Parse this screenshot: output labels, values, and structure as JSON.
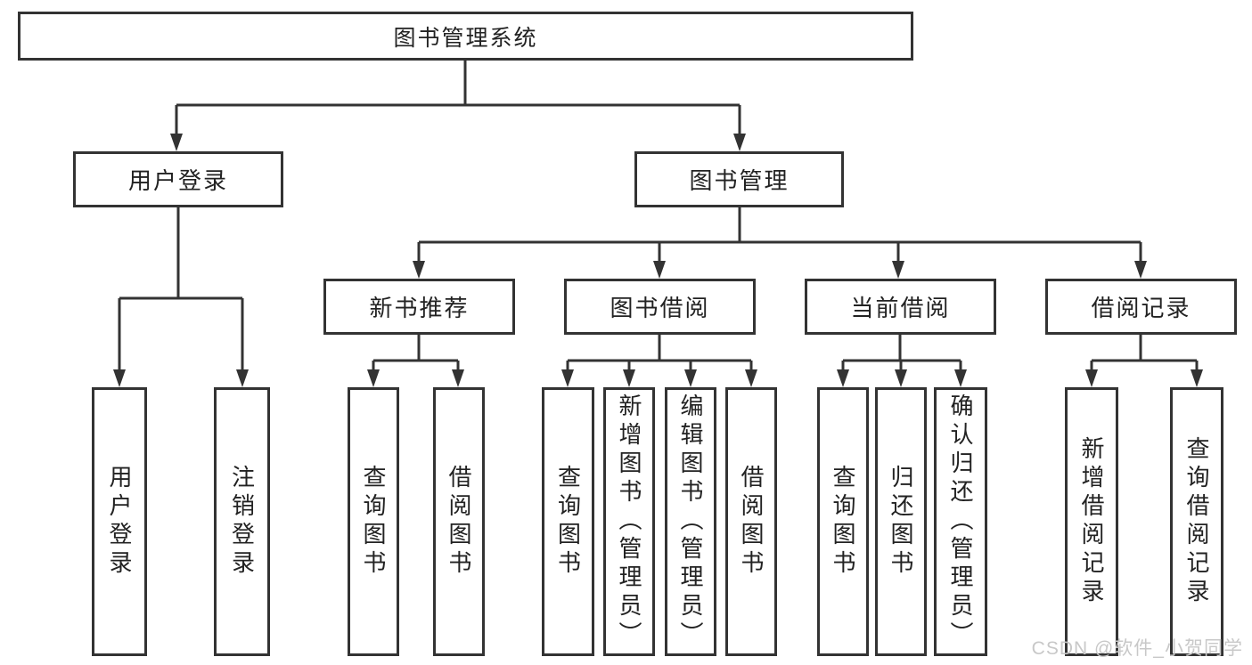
{
  "tree": {
    "label": "图书管理系统",
    "children": [
      {
        "label": "用户登录",
        "children": [
          {
            "label": "用户登录"
          },
          {
            "label": "注销登录"
          }
        ]
      },
      {
        "label": "图书管理",
        "children": [
          {
            "label": "新书推荐",
            "children": [
              {
                "label": "查询图书"
              },
              {
                "label": "借阅图书"
              }
            ]
          },
          {
            "label": "图书借阅",
            "children": [
              {
                "label": "查询图书"
              },
              {
                "label": "新增图书（管理员）"
              },
              {
                "label": "编辑图书（管理员）"
              },
              {
                "label": "借阅图书"
              }
            ]
          },
          {
            "label": "当前借阅",
            "children": [
              {
                "label": "查询图书"
              },
              {
                "label": "归还图书"
              },
              {
                "label": "确认归还（管理员）"
              }
            ]
          },
          {
            "label": "借阅记录",
            "children": [
              {
                "label": "新增借阅记录"
              },
              {
                "label": "查询借阅记录"
              }
            ]
          }
        ]
      }
    ]
  },
  "watermark": "CSDN @软件_小贺同学",
  "colors": {
    "line": "#333333",
    "text": "#222222",
    "watermark": "#c8c8c8",
    "background": "#ffffff"
  }
}
